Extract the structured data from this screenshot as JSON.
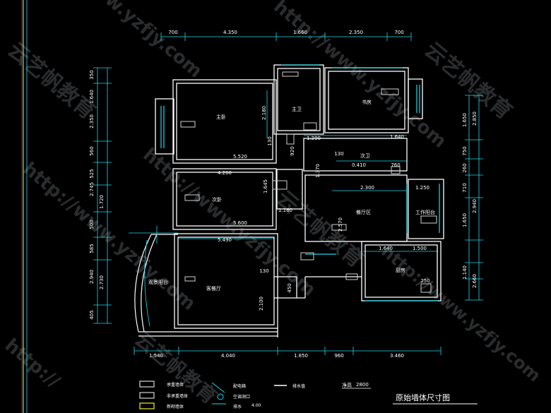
{
  "title": "原始墙体尺寸图",
  "rooms": {
    "master_bedroom": "主卧",
    "master_bath": "主卫",
    "study": "书房",
    "second_bath": "次卫",
    "second_bedroom": "次卧",
    "dining": "餐厅区",
    "work_balcony": "工作阳台",
    "kitchen": "厨房",
    "living": "客餐厅",
    "view_balcony": "观景阳台"
  },
  "dims_top": [
    "700",
    "4.350",
    "1.660",
    "2.350",
    "700"
  ],
  "dims_bottom": [
    "1.540",
    "4.040",
    "1.850",
    "960",
    "3.460"
  ],
  "dims_left": [
    "350",
    "1.640",
    "2.350",
    "560",
    "525",
    "2.745",
    "1.720",
    "500",
    "585",
    "2.940",
    "2.730",
    "405"
  ],
  "dims_right": [
    "1.650",
    "2.850",
    "750",
    "260",
    "710",
    "2.940",
    "1.650",
    "1.140",
    "2.660"
  ],
  "dims_inner": [
    "2.180",
    "5.520",
    "130",
    "1.290",
    "920",
    "1.640",
    "130",
    "0.410",
    "760",
    "4.260",
    "1.645",
    "1.370",
    "2.300",
    "1.250",
    "5.600",
    "1.160",
    "5.490",
    "1.640",
    "1.500",
    "2.570",
    "130",
    "450",
    "250",
    "2.100"
  ],
  "legend": {
    "items": [
      "承重墙体",
      "非承重墙体",
      "新砌墙体",
      "配电箱",
      "空调洞口",
      "排水",
      "排水值",
      "4.00"
    ],
    "ceiling_label": "净高",
    "ceiling_value": "2800"
  },
  "watermarks": [
    "www.yzfjy.com",
    "云艺帆教育",
    "http://www.yzfjy.com",
    "http://www.yzfjy.com",
    "云艺帆教育",
    "http://www.yzfjy.com",
    "云艺帆教育",
    "http://www.yzfjy.com",
    "云艺帆教育",
    "http://"
  ],
  "colors": {
    "wall": "#ffffff",
    "dimension": "#1fd8ea",
    "accent": "#1fd8ea",
    "new_wall": "#f2ec2a",
    "background": "#000000"
  }
}
